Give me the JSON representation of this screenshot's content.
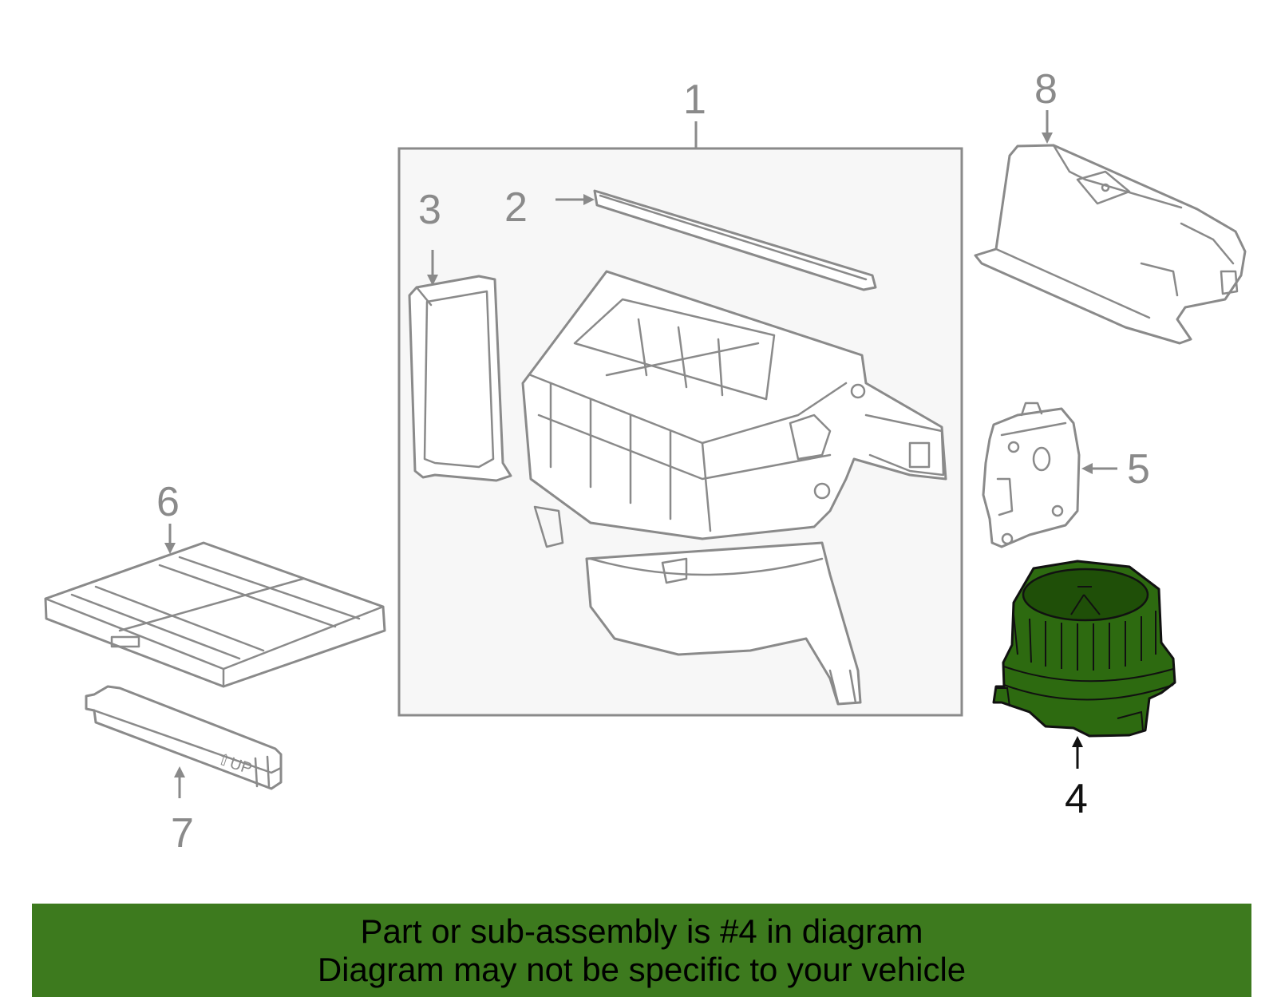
{
  "diagram": {
    "highlighted_part": "4",
    "highlight_color": "#2d6a10",
    "callouts": {
      "c1": "1",
      "c2": "2",
      "c3": "3",
      "c4": "4",
      "c5": "5",
      "c6": "6",
      "c7": "7",
      "c8": "8"
    },
    "filter_cover_text": "⇧UP"
  },
  "banner": {
    "line1": "Part or sub-assembly is #4 in diagram",
    "line2": "Diagram may not be specific to your vehicle",
    "background": "#3d7a1e"
  }
}
